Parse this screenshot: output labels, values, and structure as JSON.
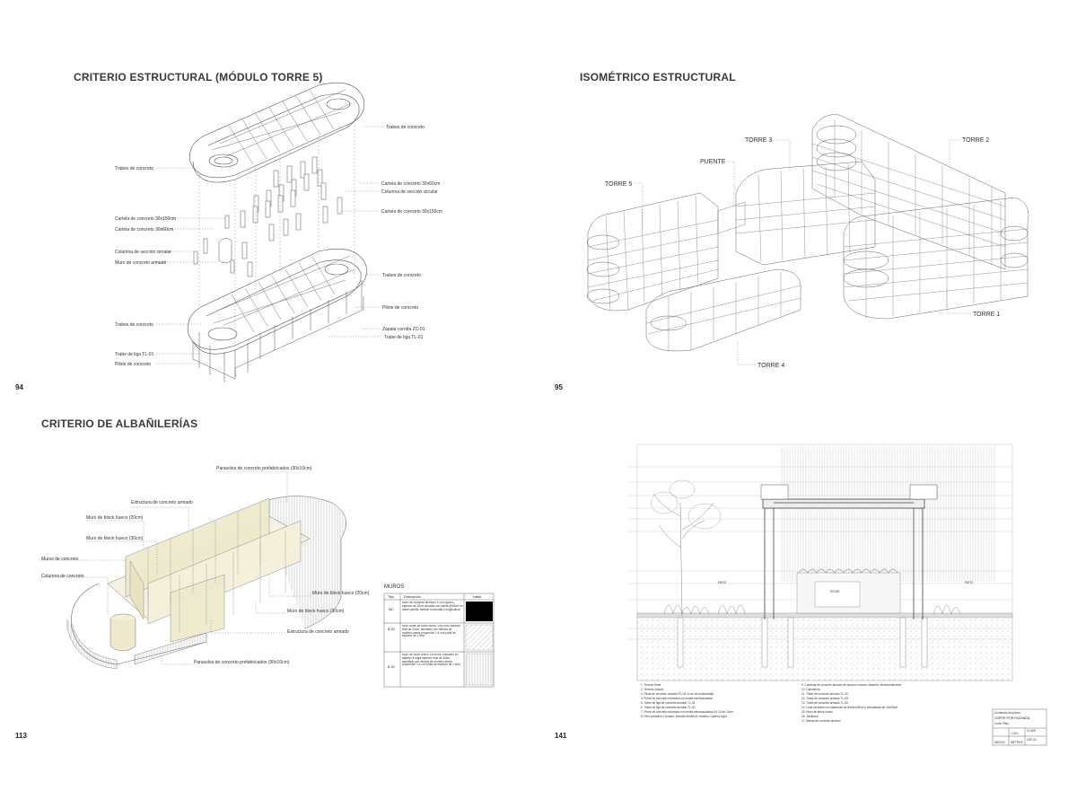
{
  "pages": {
    "p94": {
      "title": "CRITERIO ESTRUCTURAL (MÓDULO TORRE 5)",
      "number": "94",
      "labels_right": [
        "Trabes de concreto",
        "Cartela de concreto 30x60cm",
        "Columna de sección circular",
        "Cartela de concreto 30x150cm",
        "Trabes de concreto",
        "Pilote de concreto",
        "Zapata corrida ZC-01",
        "Trabe de liga TL-01"
      ],
      "labels_left": [
        "Trabes de concreto",
        "Cartela de concreto 30x150cm",
        "Cartela de concreto 30x60cm",
        "Columna de sección circular",
        "Muro de concreto armado",
        "Trabes de concreto",
        "Trabe de liga TL-01",
        "Pilote de concreto"
      ]
    },
    "p95": {
      "title": "ISOMÉTRICO ESTRUCTURAL",
      "number": "95",
      "towers": [
        "TORRE 5",
        "PUENTE",
        "TORRE 3",
        "TORRE 2",
        "TORRE 1",
        "TORRE 4"
      ]
    },
    "p113": {
      "title": "CRITERIO DE ALBAÑILERÍAS",
      "number": "113",
      "labels": [
        "Parasoles de concreto prefabricados (30x10cm)",
        "Estructura de concreto armado",
        "Muro de block hueco (20cm)",
        "Muro de block hueco (30cm)",
        "Muros de concreto",
        "Columna de concreto",
        "Muro de block hueco (20cm)",
        "Muro de block hueco (30cm)",
        "Estructura de concreto armado",
        "Parasoles de concreto prefabricados (30x10cm)"
      ],
      "table": {
        "heading": "MUROS",
        "headers": [
          "Tipo",
          "Descripción",
          "Hatch"
        ],
        "rows": [
          {
            "tipo": "MC",
            "desc": "Muro de concreto armado f'c 250 kg/cm2, espesor de 20cm armado con varilla @15cm en doble parrilla, sentido horizontal y longitudinal"
          },
          {
            "tipo": "B-20",
            "desc": "Muro doble de block hueco 15x20x40 espesor final de 20cm, asentado con mezcla de mortero-arena proporción 1:4 con junta de espesor de 1.5cm"
          },
          {
            "tipo": "B-30",
            "desc": "Muro de block hueco 15x20x40 colocado en aparejo a soga espesor final de 30cm, asentado con mezcla de mortero-arena proporción 1:4 con junta de espesor de 1.5cm"
          }
        ]
      }
    },
    "p141": {
      "number": "141",
      "section_labels": [
        "PATIO",
        "ESTAR",
        "PATIO"
      ],
      "notes_left": [
        "1. Terreno firme",
        "2. Terreno natural",
        "3. Pilote de concreto armado PL-03, a cm de profundidad",
        "4. Firme de concreto reforzado con malla electrosoldada",
        "5. Trabe de liga de concreto armado TL-01",
        "6. Trabe de liga de concreto armado TL-02",
        "7. Firme de concreto reforzado con malla electrosoldada 6-6 10 de 10cm",
        "8. Piso cerámico o terrazo, formato 60x60cm, modelo Cantera Light"
      ],
      "notes_right": [
        "9. Columna de concreto armado de sección circular, diámetro 60x60centímetro",
        "10. Cancelería",
        "11. Trabe de concreto armado TL-03",
        "12. Trabe de concreto armado TL-05",
        "13. Trabe de concreto armado TL-06",
        "14. Losa nervada con casetones de 60x40x25cm y nervaduras de 10x25cm",
        "15. Muro de block hueco",
        "16. Jardinera",
        "17. Banca de concreto armado"
      ],
      "titleblock": {
        "plano_label": "Contenido del plano:",
        "plano_value": "CORTE POR FACHADA",
        "sub": "Corte Patio",
        "escala": "1:100",
        "clave_label": "CLAVE",
        "clave": "CSF-02",
        "fecha": "05/2024",
        "unidad": "METROS"
      }
    }
  }
}
